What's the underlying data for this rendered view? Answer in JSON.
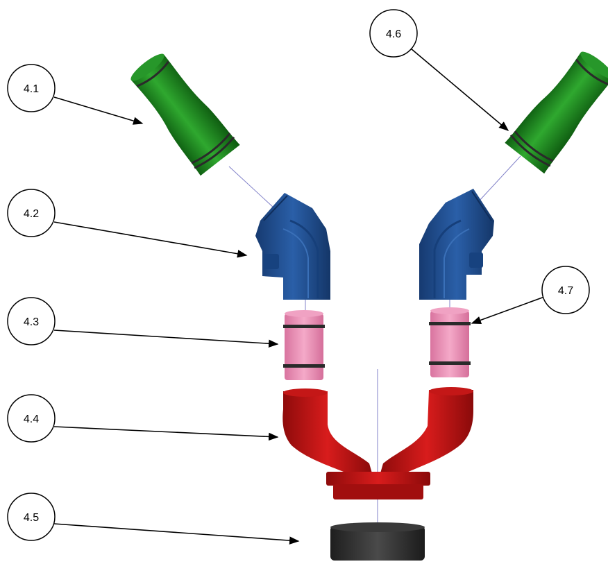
{
  "callouts": [
    {
      "id": "c41",
      "label": "4.1"
    },
    {
      "id": "c42",
      "label": "4.2"
    },
    {
      "id": "c43",
      "label": "4.3"
    },
    {
      "id": "c44",
      "label": "4.4"
    },
    {
      "id": "c45",
      "label": "4.5"
    },
    {
      "id": "c46",
      "label": "4.6"
    },
    {
      "id": "c47",
      "label": "4.7"
    }
  ],
  "colors": {
    "green_part": "#1f8a1f",
    "blue_part": "#1f4d8f",
    "pink_part": "#e98fb4",
    "red_part": "#c11414",
    "black_part": "#2f2f2f",
    "ring": "#2a2a2a",
    "axis_line": "#8080c8"
  }
}
